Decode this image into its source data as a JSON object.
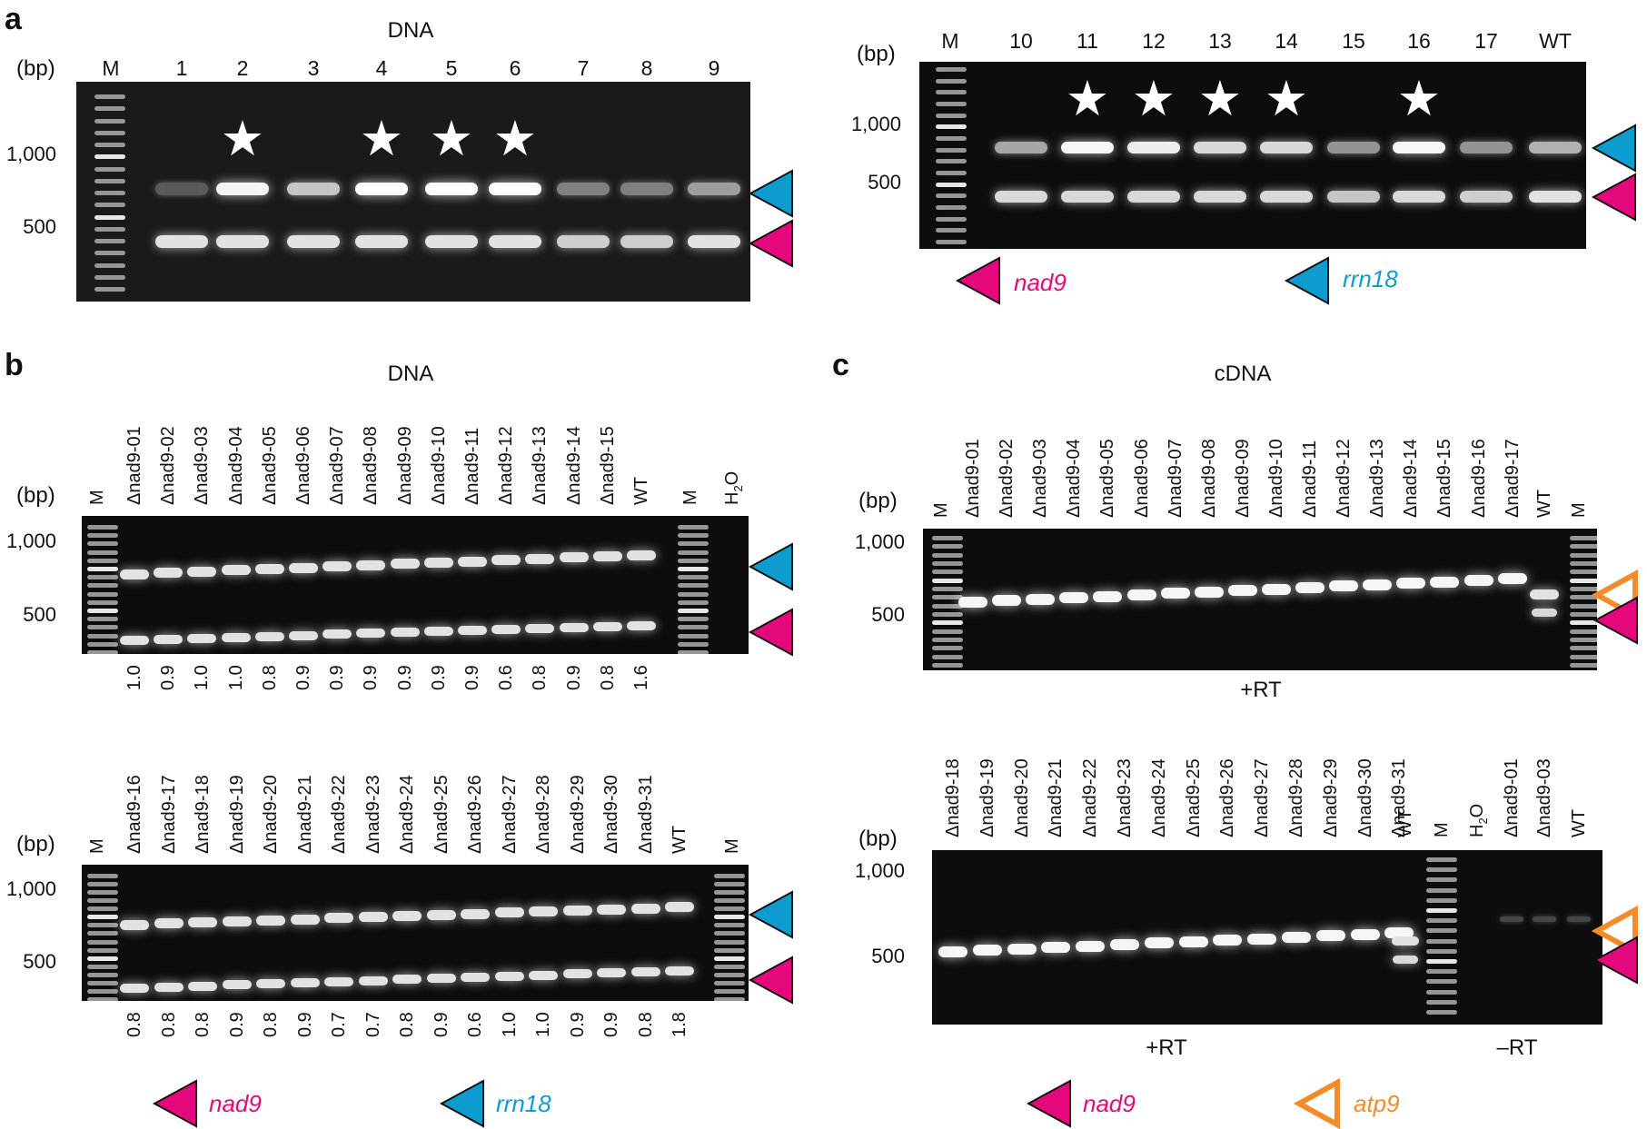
{
  "colors": {
    "nad9": "#e5087c",
    "rrn18": "#0e9bd0",
    "atp9": "#f28c28"
  },
  "panel_a": {
    "label": "a",
    "left": {
      "title": "DNA",
      "unit": "(bp)",
      "ticks": [
        "1,000",
        "500"
      ],
      "lanes": [
        "M",
        "1",
        "2",
        "3",
        "4",
        "5",
        "6",
        "7",
        "8",
        "9"
      ],
      "upper_band_intensity": [
        0.15,
        0.95,
        0.7,
        1.0,
        1.0,
        1.0,
        0.35,
        0.35,
        0.5
      ],
      "lower_band_intensity": [
        0.85,
        0.85,
        0.85,
        0.85,
        0.85,
        0.85,
        0.75,
        0.75,
        0.85
      ],
      "starred_lanes": [
        "2",
        "4",
        "5",
        "6"
      ]
    },
    "right": {
      "unit": "(bp)",
      "ticks": [
        "1,000",
        "500"
      ],
      "lanes": [
        "M",
        "10",
        "11",
        "12",
        "13",
        "14",
        "15",
        "16",
        "17",
        "WT"
      ],
      "upper_band_intensity": [
        0.55,
        0.95,
        0.9,
        0.8,
        0.8,
        0.45,
        0.95,
        0.45,
        0.6
      ],
      "lower_band_intensity": [
        0.8,
        0.8,
        0.8,
        0.8,
        0.8,
        0.7,
        0.8,
        0.75,
        0.85
      ],
      "starred_lanes": [
        "11",
        "12",
        "13",
        "14",
        "16"
      ]
    },
    "legend": {
      "nad9": "nad9",
      "rrn18": "rrn18"
    }
  },
  "panel_b": {
    "label": "b",
    "title": "DNA",
    "top": {
      "unit": "(bp)",
      "ticks": [
        "1,000",
        "500"
      ],
      "lanes": [
        "M",
        "Δnad9-01",
        "Δnad9-02",
        "Δnad9-03",
        "Δnad9-04",
        "Δnad9-05",
        "Δnad9-06",
        "Δnad9-07",
        "Δnad9-08",
        "Δnad9-09",
        "Δnad9-10",
        "Δnad9-11",
        "Δnad9-12",
        "Δnad9-13",
        "Δnad9-14",
        "Δnad9-15",
        "WT",
        "M"
      ],
      "extra_lane_prefix": "H",
      "extra_lane_sub": "2",
      "extra_lane_suffix": "O",
      "ratios": [
        "1.0",
        "0.9",
        "1.0",
        "1.0",
        "0.8",
        "0.9",
        "0.9",
        "0.9",
        "0.9",
        "0.9",
        "0.9",
        "0.6",
        "0.8",
        "0.9",
        "0.8",
        "1.6"
      ]
    },
    "bottom": {
      "unit": "(bp)",
      "ticks": [
        "1,000",
        "500"
      ],
      "lanes": [
        "M",
        "Δnad9-16",
        "Δnad9-17",
        "Δnad9-18",
        "Δnad9-19",
        "Δnad9-20",
        "Δnad9-21",
        "Δnad9-22",
        "Δnad9-23",
        "Δnad9-24",
        "Δnad9-25",
        "Δnad9-26",
        "Δnad9-27",
        "Δnad9-28",
        "Δnad9-29",
        "Δnad9-30",
        "Δnad9-31",
        "WT",
        "M"
      ],
      "ratios": [
        "0.8",
        "0.8",
        "0.8",
        "0.9",
        "0.8",
        "0.9",
        "0.7",
        "0.7",
        "0.8",
        "0.9",
        "0.6",
        "1.0",
        "1.0",
        "0.9",
        "0.9",
        "0.8",
        "1.8"
      ]
    },
    "legend": {
      "nad9": "nad9",
      "rrn18": "rrn18"
    }
  },
  "panel_c": {
    "label": "c",
    "title": "cDNA",
    "top": {
      "unit": "(bp)",
      "ticks": [
        "1,000",
        "500"
      ],
      "lanes": [
        "M",
        "Δnad9-01",
        "Δnad9-02",
        "Δnad9-03",
        "Δnad9-04",
        "Δnad9-05",
        "Δnad9-06",
        "Δnad9-07",
        "Δnad9-08",
        "Δnad9-09",
        "Δnad9-10",
        "Δnad9-11",
        "Δnad9-12",
        "Δnad9-13",
        "Δnad9-14",
        "Δnad9-15",
        "Δnad9-16",
        "Δnad9-17",
        "WT",
        "M"
      ],
      "caption": "+RT"
    },
    "bottom": {
      "unit": "(bp)",
      "ticks": [
        "1,000",
        "500"
      ],
      "lanes_rt": [
        "Δnad9-18",
        "Δnad9-19",
        "Δnad9-20",
        "Δnad9-21",
        "Δnad9-22",
        "Δnad9-23",
        "Δnad9-24",
        "Δnad9-25",
        "Δnad9-26",
        "Δnad9-27",
        "Δnad9-28",
        "Δnad9-29",
        "Δnad9-30",
        "Δnad9-31",
        "WT",
        "M"
      ],
      "h2o_prefix": "H",
      "h2o_sub": "2",
      "h2o_suffix": "O",
      "lanes_nort": [
        "Δnad9-01",
        "Δnad9-03",
        "WT"
      ],
      "caption_rt": "+RT",
      "caption_nort": "–RT"
    },
    "legend": {
      "nad9": "nad9",
      "atp9": "atp9"
    }
  }
}
